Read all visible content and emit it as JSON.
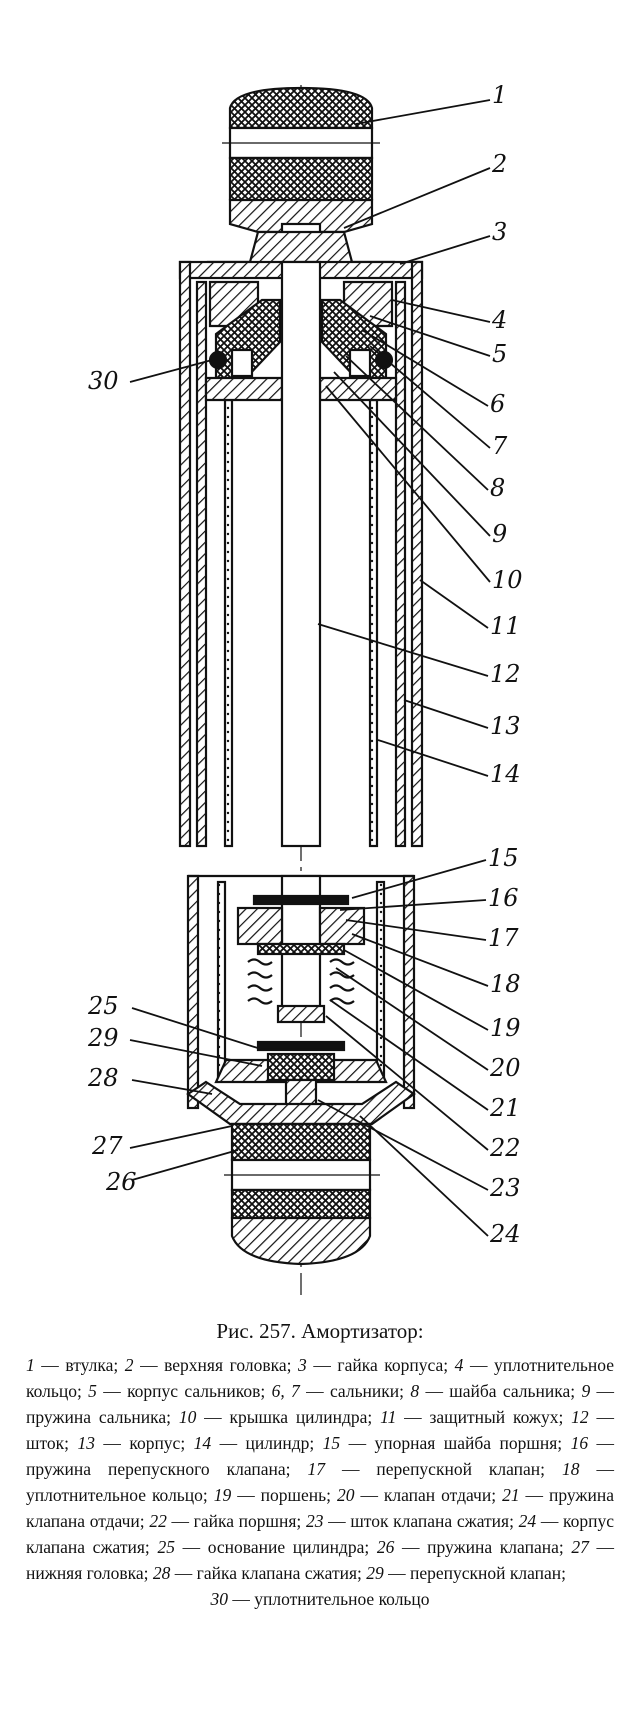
{
  "figure": {
    "caption": "Рис. 257. Амортизатор:",
    "labels": [
      "1",
      "2",
      "3",
      "4",
      "5",
      "6",
      "7",
      "8",
      "9",
      "10",
      "11",
      "12",
      "13",
      "14",
      "15",
      "16",
      "17",
      "18",
      "19",
      "20",
      "21",
      "22",
      "23",
      "24",
      "25",
      "26",
      "27",
      "28",
      "29",
      "30"
    ],
    "legend": [
      {
        "num": "1",
        "text": " — втулка; "
      },
      {
        "num": "2",
        "text": " — верхняя головка; "
      },
      {
        "num": "3",
        "text": " — гайка корпуса; "
      },
      {
        "num": "4",
        "text": " — уплотнительное кольцо; "
      },
      {
        "num": "5",
        "text": " — корпус сальников; "
      },
      {
        "num": "6, 7",
        "text": " — сальники; "
      },
      {
        "num": "8",
        "text": " — шайба сальника; "
      },
      {
        "num": "9",
        "text": " — пружина сальника; "
      },
      {
        "num": "10",
        "text": " — крышка цилиндра; "
      },
      {
        "num": "11",
        "text": " — защитный кожух; "
      },
      {
        "num": "12",
        "text": " — шток; "
      },
      {
        "num": "13",
        "text": " — корпус; "
      },
      {
        "num": "14",
        "text": " — цилиндр; "
      },
      {
        "num": "15",
        "text": " — упорная шайба поршня; "
      },
      {
        "num": "16",
        "text": " — пружина перепускного клапана; "
      },
      {
        "num": "17",
        "text": " — перепускной клапан; "
      },
      {
        "num": "18",
        "text": " — уплотнительное кольцо; "
      },
      {
        "num": "19",
        "text": " — поршень; "
      },
      {
        "num": "20",
        "text": " — клапан отдачи; "
      },
      {
        "num": "21",
        "text": " — пружина клапана отдачи; "
      },
      {
        "num": "22",
        "text": " — гайка поршня; "
      },
      {
        "num": "23",
        "text": " — шток клапана сжатия; "
      },
      {
        "num": "24",
        "text": " — корпус клапана сжатия; "
      },
      {
        "num": "25",
        "text": " — основание цилиндра; "
      },
      {
        "num": "26",
        "text": " — пружина клапана; "
      },
      {
        "num": "27",
        "text": " — нижняя головка; "
      },
      {
        "num": "28",
        "text": " — гайка клапана сжатия; "
      },
      {
        "num": "29",
        "text": " — перепускной клапан; "
      }
    ],
    "legend_last": {
      "num": "30",
      "text": " — уплотнительное кольцо"
    }
  }
}
